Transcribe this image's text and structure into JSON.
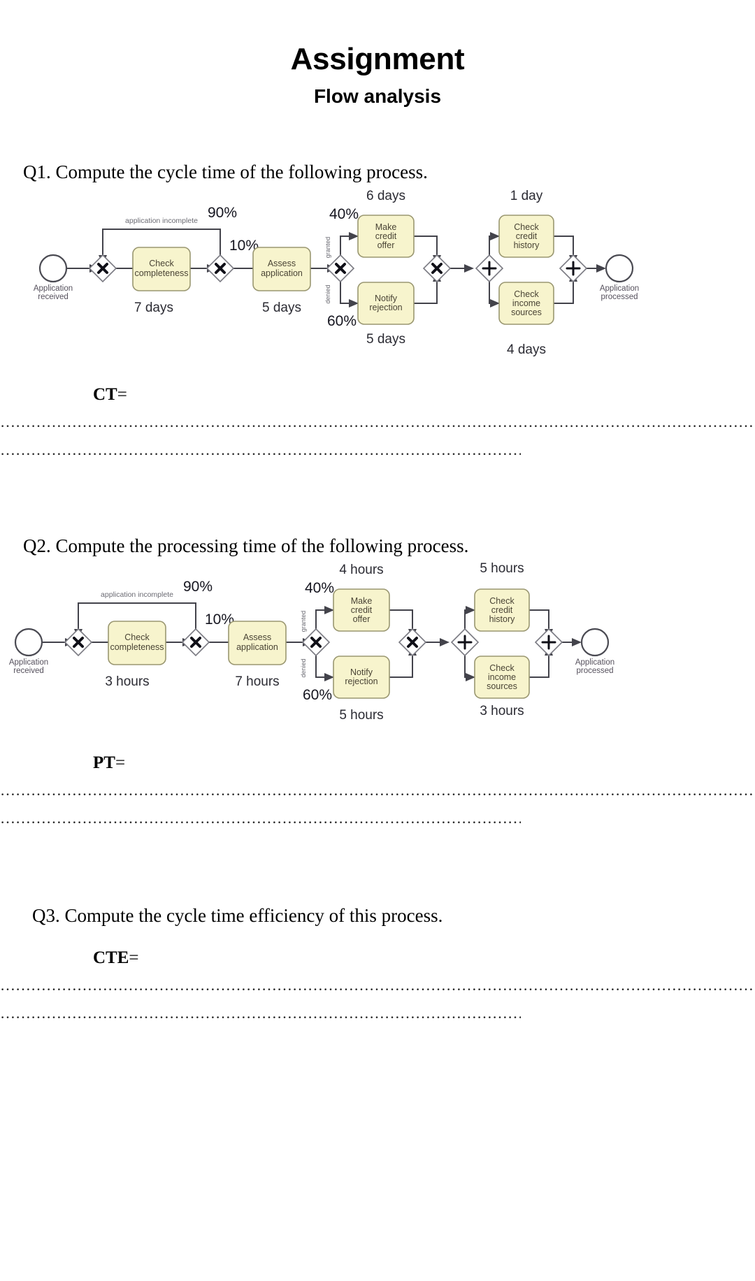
{
  "document": {
    "title": "Assignment",
    "subtitle": "Flow analysis"
  },
  "questions": [
    {
      "id": "q1",
      "text": "Q1. Compute the cycle time of the following process.",
      "answer_label": "CT",
      "answer_equals": "=",
      "unit": "days"
    },
    {
      "id": "q2",
      "text": "Q2. Compute the processing time of the following process.",
      "answer_label": "PT",
      "answer_equals": "=",
      "unit": "hours"
    },
    {
      "id": "q3",
      "text": "Q3. Compute the cycle time efficiency of this process.",
      "answer_label": "CTE",
      "answer_equals": "=",
      "unit": ""
    }
  ],
  "dotted_line": {
    "long": "……………………………………………………………………………………………………………………………………………………………………..………",
    "short": "………………………………………………………………………………………………………………………………………………………….."
  },
  "diagram1": {
    "start_event": "Application\nreceived",
    "start_event_line1": "Application",
    "start_event_line2": "received",
    "end_event_line1": "Application",
    "end_event_line2": "processed",
    "loop_label": "application incomplete",
    "gateway_branches": {
      "loop_back_pct": "90%",
      "forward_pct": "10%",
      "granted_pct": "40%",
      "denied_pct": "60%",
      "granted_label": "granted",
      "denied_label": "denied"
    },
    "tasks": [
      {
        "name": "check-completeness",
        "line1": "Check",
        "line2": "completeness",
        "line3": "",
        "duration": "7 days"
      },
      {
        "name": "assess-application",
        "line1": "Assess",
        "line2": "application",
        "line3": "",
        "duration": "5 days"
      },
      {
        "name": "make-credit-offer",
        "line1": "Make",
        "line2": "credit",
        "line3": "offer",
        "duration": "6 days"
      },
      {
        "name": "notify-rejection",
        "line1": "Notify",
        "line2": "rejection",
        "line3": "",
        "duration": "5 days"
      },
      {
        "name": "check-credit-history",
        "line1": "Check",
        "line2": "credit",
        "line3": "history",
        "duration": "1 day"
      },
      {
        "name": "check-income-sources",
        "line1": "Check",
        "line2": "income",
        "line3": "sources",
        "duration": "4 days"
      }
    ]
  },
  "diagram2": {
    "start_event_line1": "Application",
    "start_event_line2": "received",
    "end_event_line1": "Application",
    "end_event_line2": "processed",
    "loop_label": "application incomplete",
    "gateway_branches": {
      "loop_back_pct": "90%",
      "forward_pct": "10%",
      "granted_pct": "40%",
      "denied_pct": "60%",
      "granted_label": "granted",
      "denied_label": "denied"
    },
    "tasks": [
      {
        "name": "check-completeness",
        "line1": "Check",
        "line2": "completeness",
        "line3": "",
        "duration": "3 hours"
      },
      {
        "name": "assess-application",
        "line1": "Assess",
        "line2": "application",
        "line3": "",
        "duration": "7 hours"
      },
      {
        "name": "make-credit-offer",
        "line1": "Make",
        "line2": "credit",
        "line3": "offer",
        "duration": "4 hours"
      },
      {
        "name": "notify-rejection",
        "line1": "Notify",
        "line2": "rejection",
        "line3": "",
        "duration": "5 hours"
      },
      {
        "name": "check-credit-history",
        "line1": "Check",
        "line2": "credit",
        "line3": "history",
        "duration": "5 hours"
      },
      {
        "name": "check-income-sources",
        "line1": "Check",
        "line2": "income",
        "line3": "sources",
        "duration": "3 hours"
      }
    ]
  },
  "colors": {
    "task_fill": "#f7f4cd",
    "task_stroke": "#9a9771",
    "gateway_fill": "#ffffff",
    "flow_stroke": "#43434b",
    "text": "#2b2b33"
  }
}
